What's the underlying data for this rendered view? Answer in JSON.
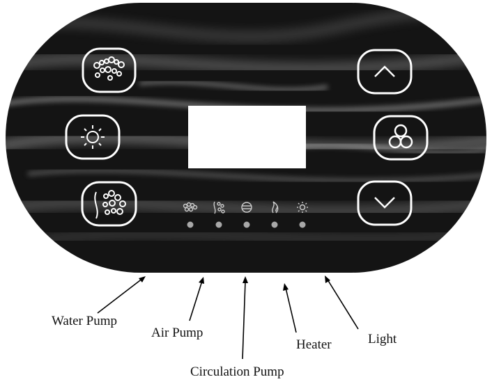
{
  "panel": {
    "buttons": [
      {
        "icon": "water-jets-icon"
      },
      {
        "icon": "light-sun-icon"
      },
      {
        "icon": "air-bubbles-icon"
      },
      {
        "icon": "arrow-up-icon"
      },
      {
        "icon": "mode-circles-icon"
      },
      {
        "icon": "arrow-down-icon"
      }
    ],
    "display": {
      "text": ""
    },
    "indicators": [
      {
        "icon": "water-pump-icon"
      },
      {
        "icon": "air-pump-icon"
      },
      {
        "icon": "circulation-pump-icon"
      },
      {
        "icon": "heater-flame-icon"
      },
      {
        "icon": "light-icon"
      }
    ],
    "colors": {
      "panel_dark": "#141414",
      "button_stroke": "#ffffff",
      "display": "#ffffff",
      "indicator_dot": "#a8a8a8"
    }
  },
  "labels": {
    "water_pump": "Water Pump",
    "air_pump": "Air Pump",
    "circulation_pump": "Circulation Pump",
    "heater": "Heater",
    "light": "Light"
  }
}
